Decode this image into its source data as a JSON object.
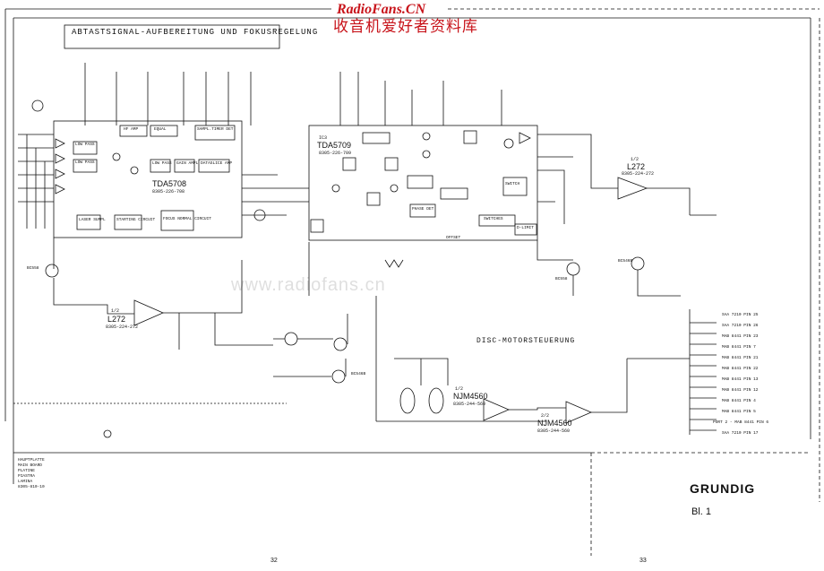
{
  "watermark": {
    "site": "RadioFans.CN",
    "chinese": "收音机爱好者资料库",
    "faint": "www.radiofans.cn"
  },
  "section_title": "ABTASTSIGNAL-AUFBEREITUNG UND FOKUSREGELUNG",
  "ic_left": {
    "name": "TDA5708",
    "part": "8305-226-708"
  },
  "ic_center": {
    "ref": "IC3",
    "name": "TDA5709",
    "part": "8305-226-709"
  },
  "ic_l272_top": {
    "ref": "1/2",
    "name": "L272",
    "part": "8305-224-272"
  },
  "ic_l272_left": {
    "ref": "1/2",
    "name": "L272",
    "part": "8305-224-272"
  },
  "disc_motor": {
    "title": "DISC-MOTORSTEUERUNG"
  },
  "njm_1": {
    "ref": "1/2",
    "name": "NJM4560",
    "part": "8305-244-560"
  },
  "njm_2": {
    "ref": "2/2",
    "name": "NJM4560",
    "part": "8305-244-560"
  },
  "transistors": [
    "BC558",
    "BC558",
    "BC546B",
    "BC546B"
  ],
  "block_labels": [
    "LOW PASS",
    "LOW PASS",
    "HF AMP",
    "EQUAL",
    "SAMPL.TIMER DET",
    "LOW PASS",
    "GAIN AMPL",
    "LASER SUPPL",
    "STARTING CIRCUIT",
    "FOCUS NORMAL CIRCUIT",
    "DATASLICE AMP",
    "SWITCHES",
    "OFFSET",
    "D-LIMIT",
    "PHASE DET",
    "SWITCH"
  ],
  "connectors": [
    "SAA 7210 PIN 25",
    "SAA 7210 PIN 26",
    "MAB 8441 PIN 23",
    "MAB 8441 PIN 7",
    "MAB 8441 PIN 21",
    "MAB 8441 PIN 22",
    "MAB 8441 PIN 13",
    "MAB 8441 PIN 12",
    "MAB 8441 PIN 4",
    "MAB 8441 PIN 5",
    "PORT 2 - MAB 8441 PIN 6",
    "SAA 7210 PIN 17"
  ],
  "footer_left": [
    "HAUPTPLATTE",
    "MAIN BOARD",
    "PLATINE",
    "PIASTRA",
    "LAMINA",
    "8305-810-10"
  ],
  "brand": "GRUNDIG",
  "sheet": "Bl. 1",
  "page_left": "32",
  "page_right": "33"
}
